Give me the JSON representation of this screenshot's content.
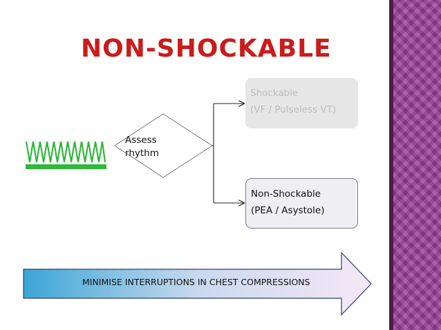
{
  "title": "NON-SHOCKABLE",
  "assess": {
    "line1": "Assess",
    "line2": "rhythm"
  },
  "shockable": {
    "line1": "Shockable",
    "line2": "(VF / Pulseless VT)"
  },
  "non_shockable": {
    "line1": "Non-Shockable",
    "line2": "(PEA / Asystole)"
  },
  "banner": {
    "text": "MINIMISE INTERRUPTIONS IN CHEST COMPRESSIONS"
  },
  "colors": {
    "title": "#cc1b1b",
    "rhythm_wave": "#2fb83a",
    "side_band": "#9b3f98",
    "banner_start": "#3ba6d6",
    "banner_end": "#f6e8f8"
  }
}
